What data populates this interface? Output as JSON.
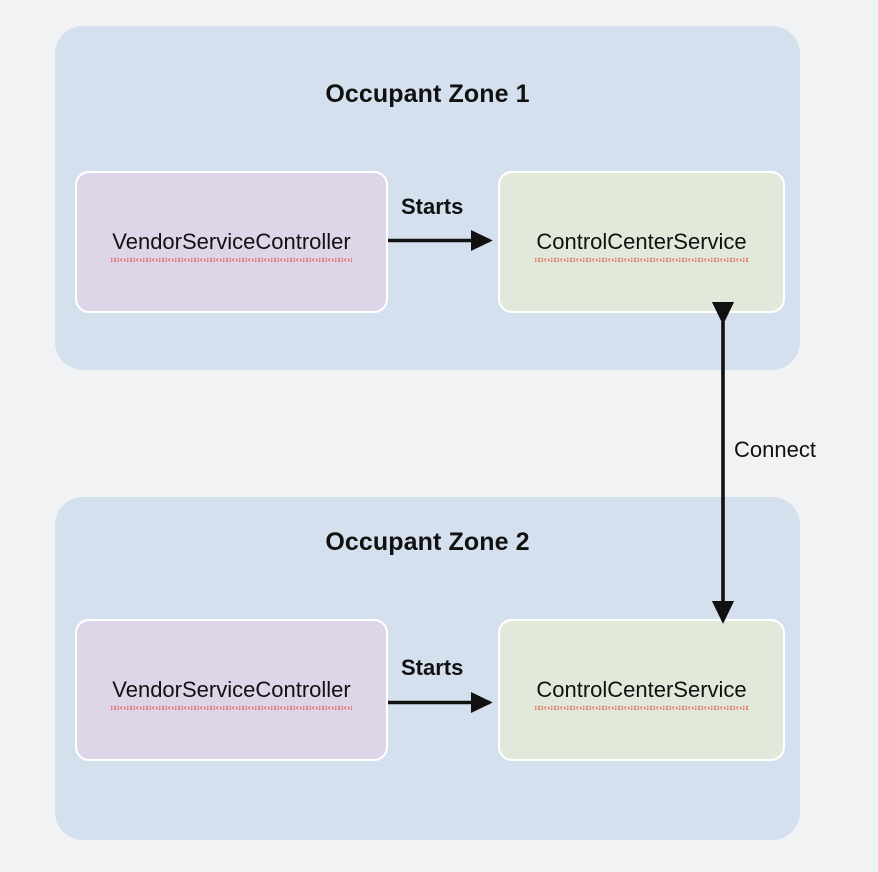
{
  "diagram": {
    "background_color": "#f1f2f4",
    "zone_color": "#d5e0ef",
    "node_colors": {
      "controller": "#ddd5e8",
      "service": "#e1eada"
    },
    "arrow_color": "#111111",
    "spellcheck_underline_color": "#e8554a"
  },
  "zones": [
    {
      "title": "Occupant Zone 1",
      "nodes": {
        "left": "VendorServiceController",
        "right": "ControlCenterService"
      },
      "edge_label": "Starts"
    },
    {
      "title": "Occupant Zone 2",
      "nodes": {
        "left": "VendorServiceController",
        "right": "ControlCenterService"
      },
      "edge_label": "Starts"
    }
  ],
  "cross_zone_edge": {
    "label": "Connect",
    "direction": "bidirectional"
  }
}
